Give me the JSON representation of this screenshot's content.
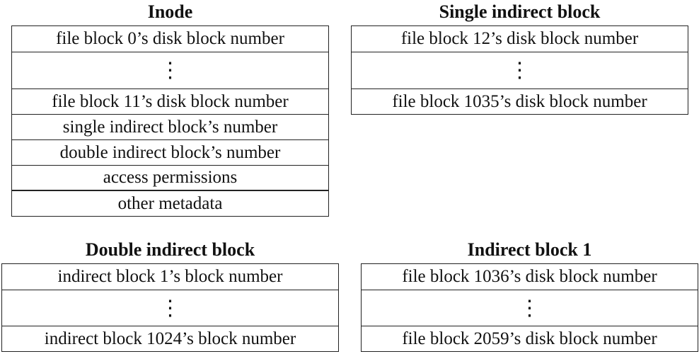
{
  "inode": {
    "title": "Inode",
    "rows": [
      "file block 0’s disk block number",
      "⋮",
      "file block 11’s disk block number",
      "single indirect block’s number",
      "double indirect block’s number",
      "access permissions",
      "other metadata"
    ]
  },
  "single_indirect": {
    "title": "Single indirect block",
    "rows": [
      "file block 12’s disk block number",
      "⋮",
      "file block 1035’s disk block number"
    ]
  },
  "double_indirect": {
    "title": "Double indirect block",
    "rows": [
      "indirect block 1’s block number",
      "⋮",
      "indirect block 1024’s block number"
    ]
  },
  "indirect_1": {
    "title": "Indirect block 1",
    "rows": [
      "file block 1036’s disk block number",
      "⋮",
      "file block 2059’s disk block number"
    ]
  }
}
